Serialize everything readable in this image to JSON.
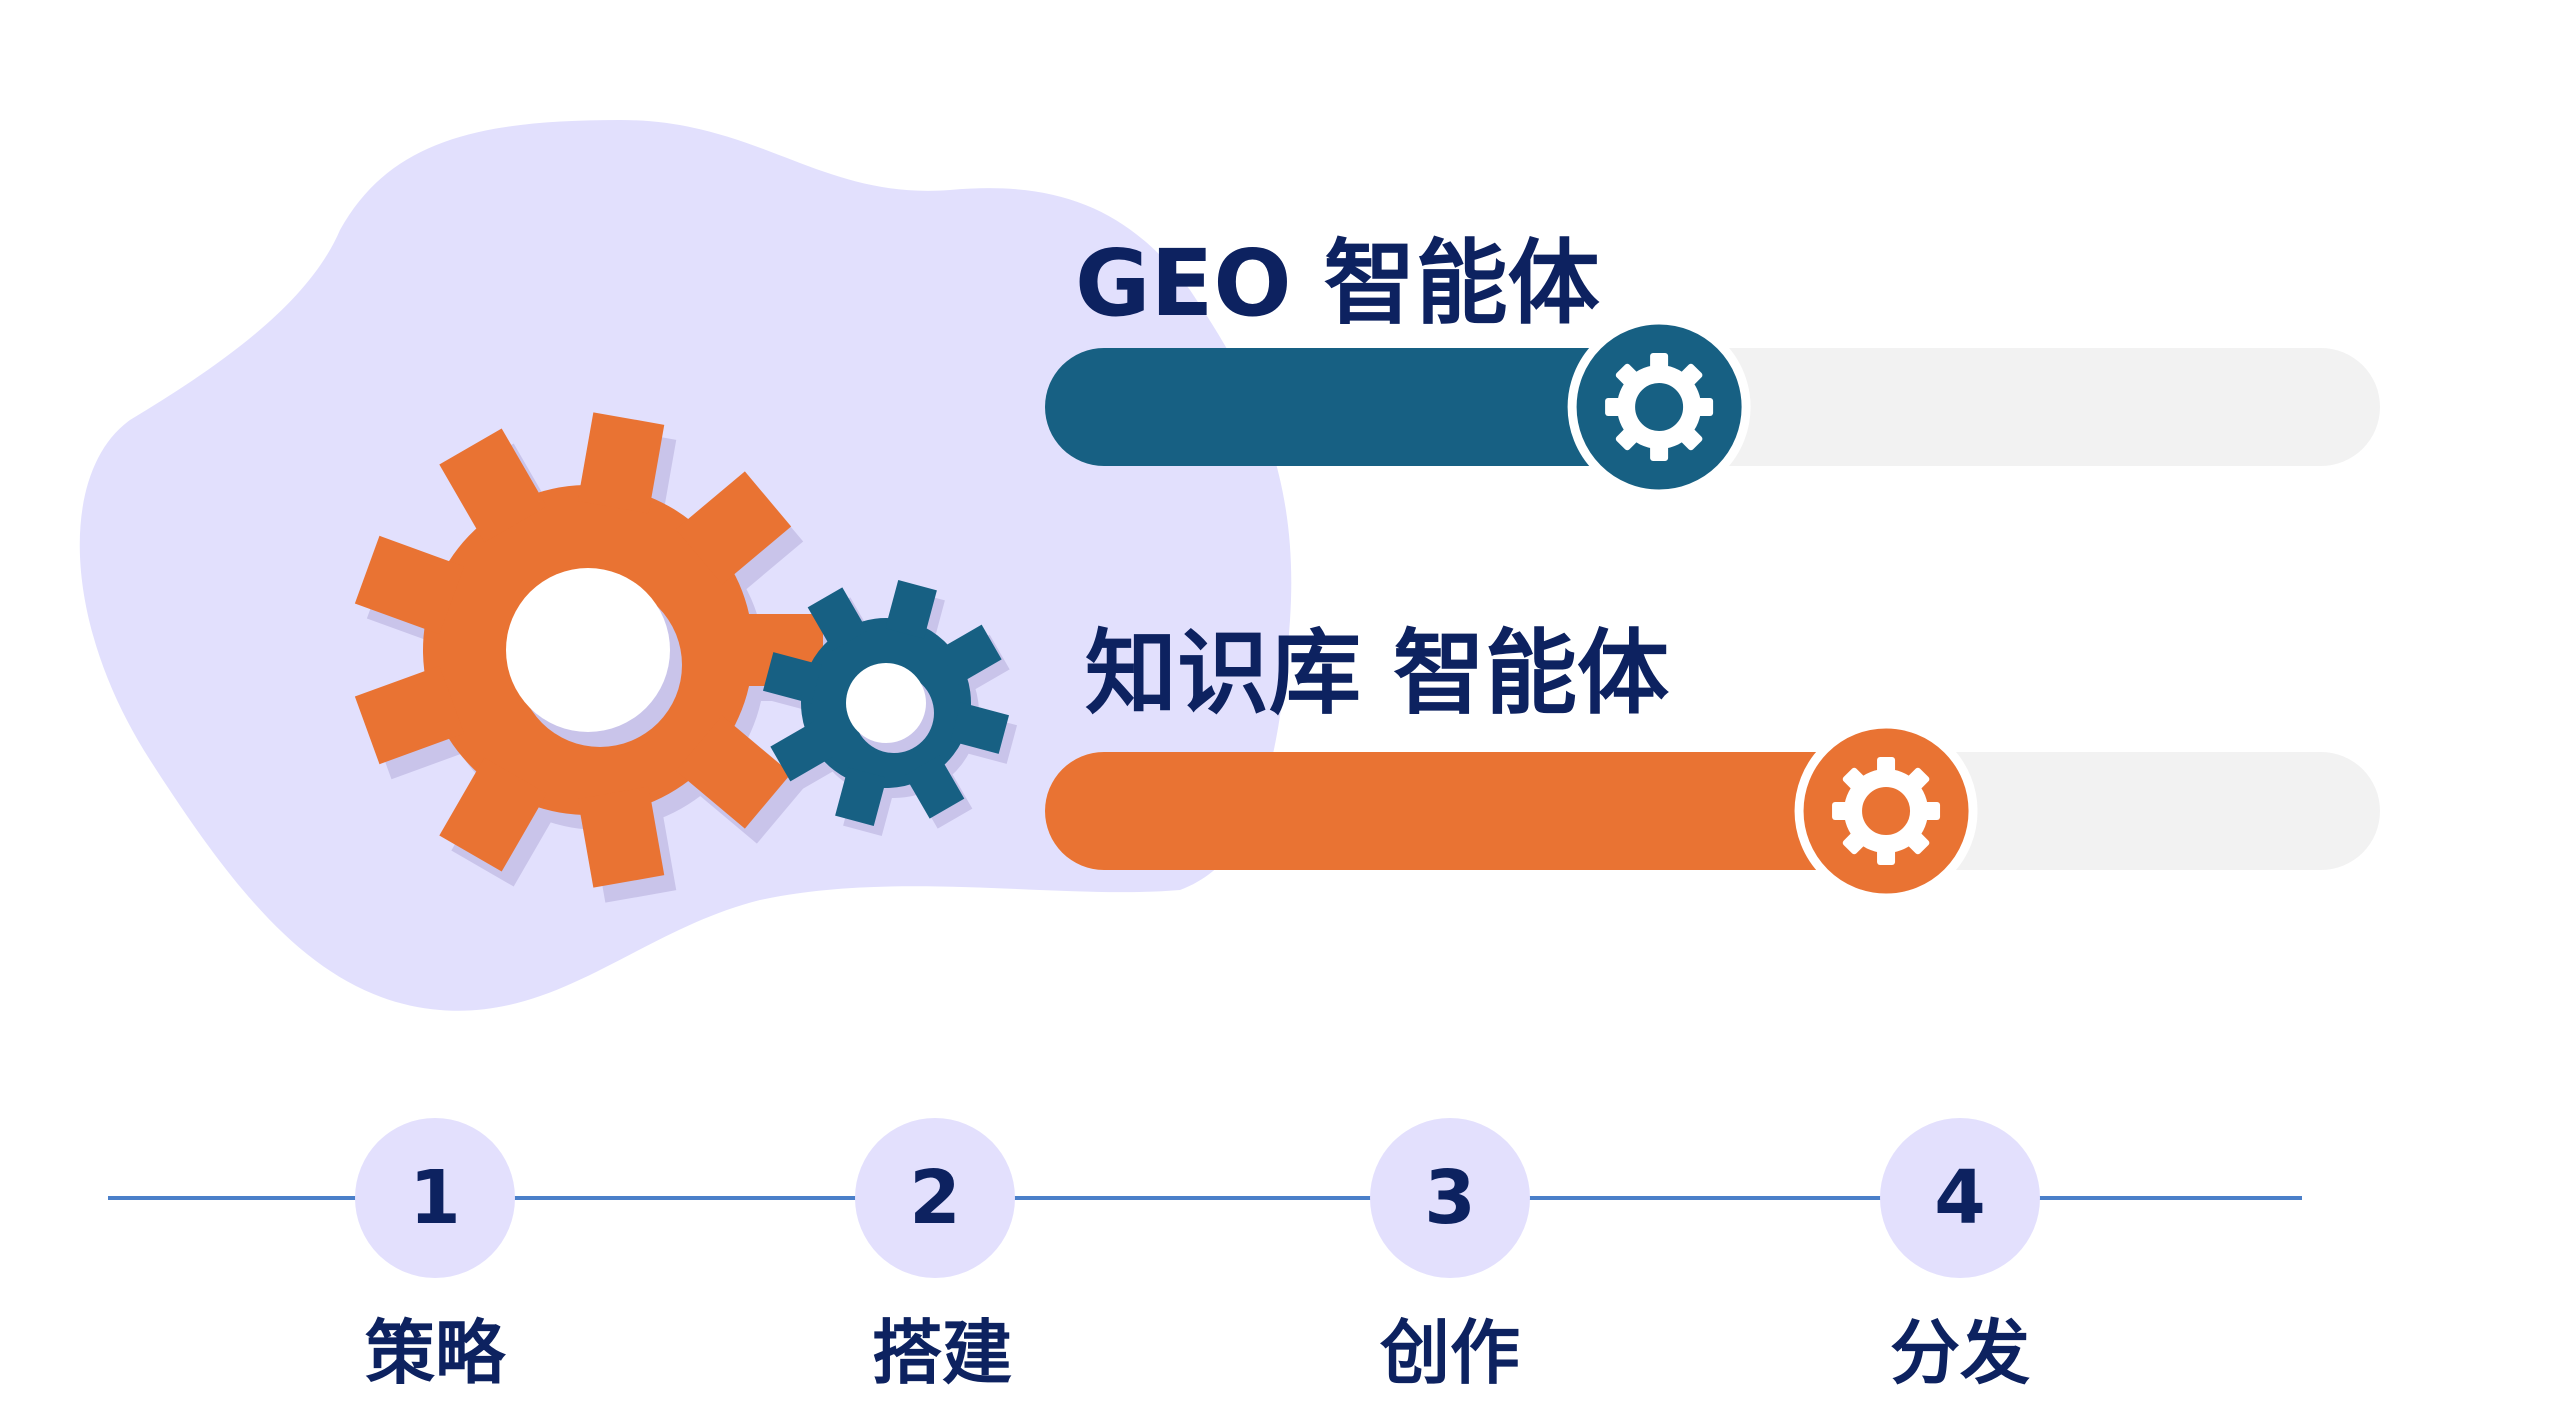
{
  "colors": {
    "navy": "#0d2260",
    "teal": "#176083",
    "orange": "#e97333",
    "blob": "#e2e0fd",
    "track": "#f2f2f2",
    "timeline": "#4a7fc9"
  },
  "bars": [
    {
      "title": "GEO 智能体",
      "progress": 0.46,
      "color": "teal",
      "icon": "gear-icon"
    },
    {
      "title": "知识库 智能体",
      "progress": 0.63,
      "color": "orange",
      "icon": "gear-icon"
    }
  ],
  "steps": [
    {
      "number": "1",
      "label": "策略"
    },
    {
      "number": "2",
      "label": "搭建"
    },
    {
      "number": "3",
      "label": "创作"
    },
    {
      "number": "4",
      "label": "分发"
    }
  ]
}
